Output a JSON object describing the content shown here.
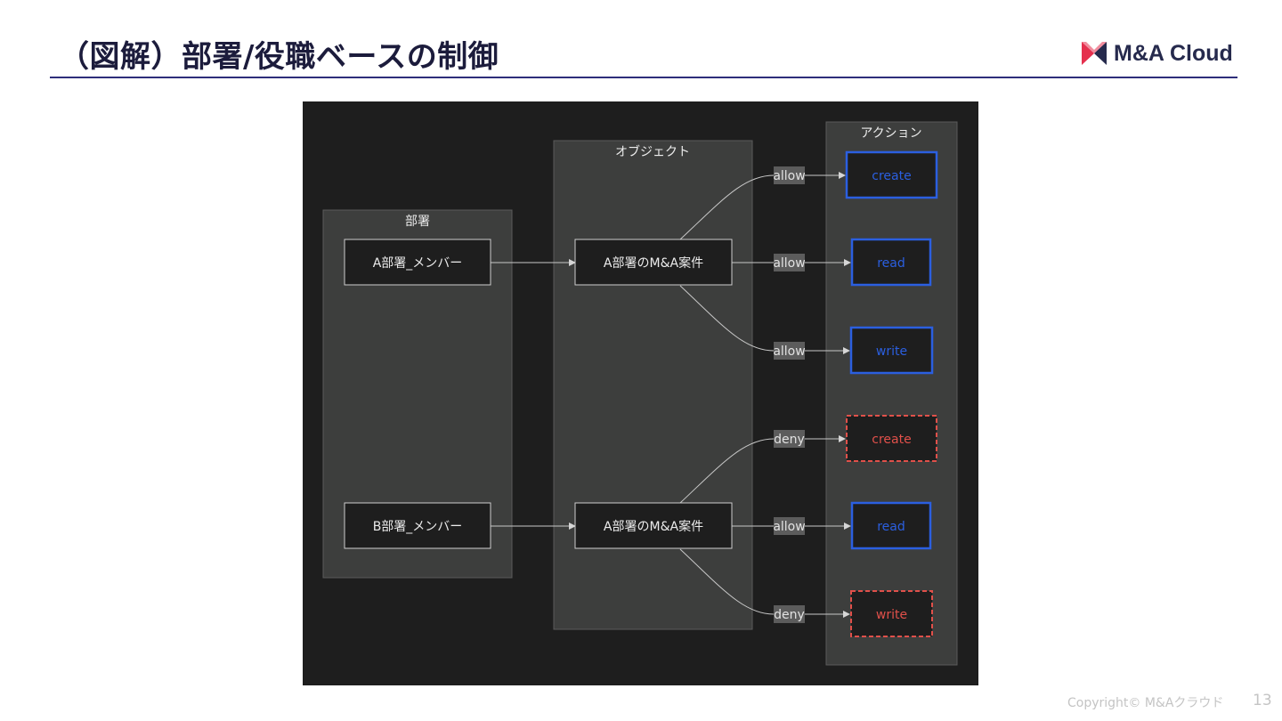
{
  "slide": {
    "title": "（図解）部署/役職ベースの制御",
    "logo_text": "M&A Cloud",
    "copyright": "Copyright© M&Aクラウド",
    "page_number": "13"
  },
  "colors": {
    "allow_action": "#2b5fe0",
    "deny_action": "#e0504a",
    "title": "#1c1c3c",
    "rule": "#2e2e7a",
    "logo_navy": "#262a4d",
    "logo_red": "#e5304e",
    "panel_background": "#1e1e1e",
    "group_background": "#3d3e3d"
  },
  "diagram": {
    "groups": {
      "department": "部署",
      "object": "オブジェクト",
      "action": "アクション"
    },
    "members": [
      {
        "id": "a_member",
        "label": "A部署_メンバー"
      },
      {
        "id": "b_member",
        "label": "B部署_メンバー"
      }
    ],
    "objects": [
      {
        "id": "obj1",
        "label": "A部署のM&A案件"
      },
      {
        "id": "obj2",
        "label": "A部署のM&A案件"
      }
    ],
    "actions": [
      {
        "id": "act1",
        "label": "create",
        "result": "allow"
      },
      {
        "id": "act2",
        "label": "read",
        "result": "allow"
      },
      {
        "id": "act3",
        "label": "write",
        "result": "allow"
      },
      {
        "id": "act4",
        "label": "create",
        "result": "deny"
      },
      {
        "id": "act5",
        "label": "read",
        "result": "allow"
      },
      {
        "id": "act6",
        "label": "write",
        "result": "deny"
      }
    ],
    "edges": [
      {
        "from": "a_member",
        "to": "obj1",
        "label": ""
      },
      {
        "from": "b_member",
        "to": "obj2",
        "label": ""
      },
      {
        "from": "obj1",
        "to": "act1",
        "label": "allow"
      },
      {
        "from": "obj1",
        "to": "act2",
        "label": "allow"
      },
      {
        "from": "obj1",
        "to": "act3",
        "label": "allow"
      },
      {
        "from": "obj2",
        "to": "act4",
        "label": "deny"
      },
      {
        "from": "obj2",
        "to": "act5",
        "label": "allow"
      },
      {
        "from": "obj2",
        "to": "act6",
        "label": "deny"
      }
    ]
  }
}
